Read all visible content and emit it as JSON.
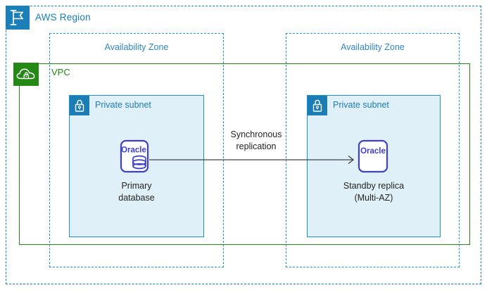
{
  "region": {
    "label": "AWS Region",
    "icon": "aws-region-flag-icon",
    "accent": "#147eba"
  },
  "vpc": {
    "label": "VPC",
    "icon": "vpc-cloud-lock-icon",
    "accent": "#248814"
  },
  "availability_zones": [
    {
      "label": "Availability Zone"
    },
    {
      "label": "Availability Zone"
    }
  ],
  "subnets": [
    {
      "label": "Private subnet",
      "icon": "padlock-icon",
      "fill": "#e0f0f8",
      "accent": "#1c90d4"
    },
    {
      "label": "Private subnet",
      "icon": "padlock-icon",
      "fill": "#e0f0f8",
      "accent": "#1c90d4"
    }
  ],
  "nodes": [
    {
      "icon": "oracle-database-icon",
      "brand": "Oracle",
      "caption_line1": "Primary",
      "caption_line2": "database",
      "accent": "#4040d0"
    },
    {
      "icon": "oracle-icon",
      "brand": "Oracle",
      "caption_line1": "Standby replica",
      "caption_line2": "(Multi-AZ)",
      "accent": "#4040d0"
    }
  ],
  "connection": {
    "label_line1": "Synchronous",
    "label_line2": "replication",
    "direction": "left-to-right",
    "color": "#404040"
  }
}
